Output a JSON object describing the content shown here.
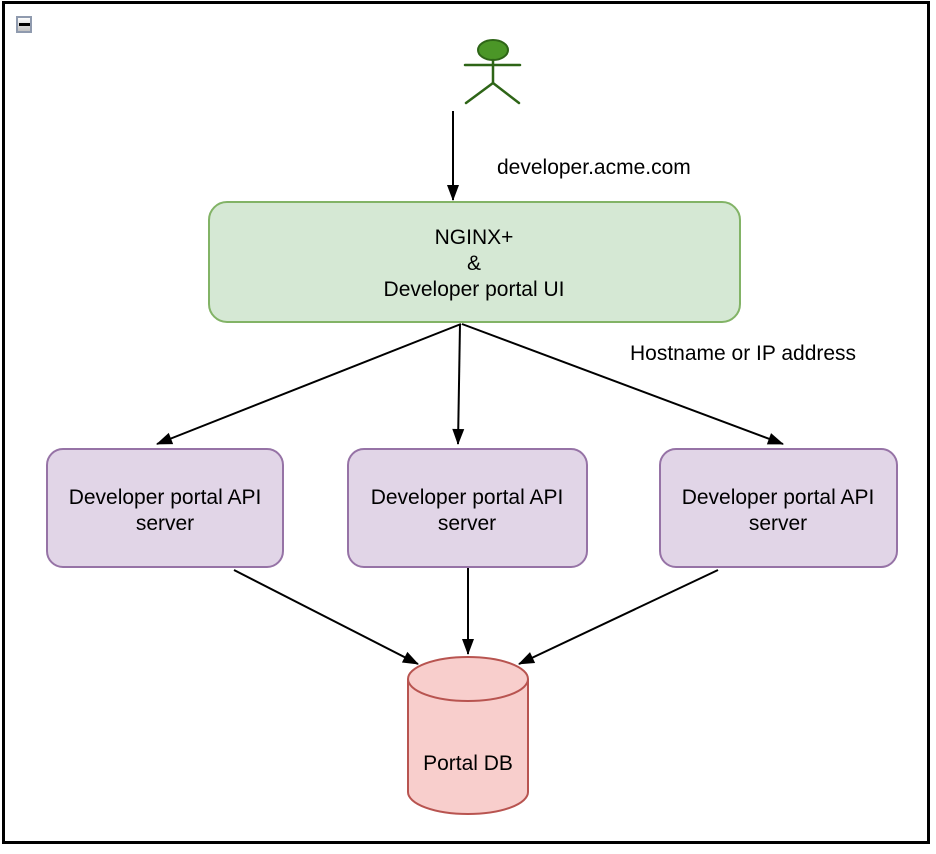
{
  "frame": {
    "border_color": "#000000",
    "background": "#ffffff"
  },
  "toolbar": {
    "collapse_button": {
      "icon": "minus-icon",
      "glyph": "−"
    }
  },
  "diagram": {
    "actor": {
      "role": "user",
      "fill": "#4b9627",
      "stroke": "#2e6517"
    },
    "edges": {
      "user_to_gateway": {
        "label": "developer.acme.com"
      },
      "gateway_to_servers": {
        "label": "Hostname or IP address"
      },
      "edge_color": "#000000"
    },
    "gateway": {
      "lines": [
        "NGINX+",
        "&",
        "Developer portal UI"
      ],
      "fill": "#d5e8d4",
      "stroke": "#82b366"
    },
    "api_servers": [
      {
        "lines": [
          "Developer portal API",
          "server"
        ]
      },
      {
        "lines": [
          "Developer portal API",
          "server"
        ]
      },
      {
        "lines": [
          "Developer portal API",
          "server"
        ]
      }
    ],
    "api_server_style": {
      "fill": "#e1d5e7",
      "stroke": "#9673a6"
    },
    "database": {
      "label": "Portal DB",
      "fill": "#f8cecc",
      "stroke": "#b85450"
    }
  }
}
